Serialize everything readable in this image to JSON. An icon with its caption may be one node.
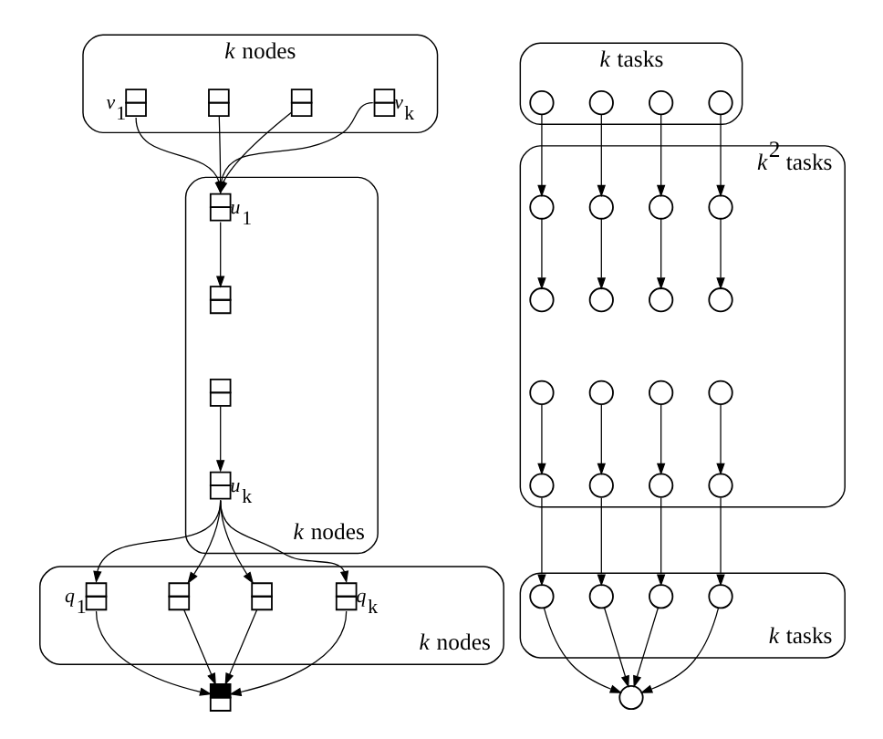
{
  "diagram": {
    "nodes": [
      {
        "text": [
          "*k* nodes"
        ]
      },
      {
        "text": [],
        "shape": "box",
        "in": 0,
        "beside": [
          "*v*$_{1}$"
        ]
      },
      {
        "text": [],
        "shape": "box",
        "in": 0
      },
      {
        "text": [],
        "shape": "box",
        "in": 0
      },
      {
        "text": [],
        "shape": "box",
        "in": 0,
        "beside": [
          "*v*$_{k}$"
        ]
      },
      {
        "text": [
          "*k* nodes"
        ]
      },
      {
        "text": [],
        "shape": "box",
        "in": 5,
        "beside": [
          "*u*$_{1}$"
        ]
      },
      {
        "text": [],
        "shape": "box",
        "in": 5
      },
      {
        "text": [],
        "shape": "box",
        "in": 5
      },
      {
        "text": [],
        "shape": "box",
        "in": 5,
        "beside": [
          "*u*$_{k}$"
        ]
      },
      {
        "text": [
          "*k* nodes"
        ]
      },
      {
        "text": [],
        "shape": "box",
        "in": 10,
        "beside": [
          "*q*$_{1}$"
        ]
      },
      {
        "text": [],
        "shape": "box",
        "in": 10
      },
      {
        "text": [],
        "shape": "box",
        "in": 10
      },
      {
        "text": [],
        "shape": "box",
        "in": 10,
        "beside": [
          "*q*$_{k}$"
        ]
      },
      {
        "text": [],
        "shape": "box"
      },
      {
        "text": [
          "*k* tasks"
        ]
      },
      {
        "text": [],
        "shape": "circle",
        "in": 16
      },
      {
        "text": [],
        "shape": "circle",
        "in": 16
      },
      {
        "text": [],
        "shape": "circle",
        "in": 16
      },
      {
        "text": [],
        "shape": "circle",
        "in": 16
      },
      {
        "text": [
          "*k*$^{2}$ tasks"
        ]
      },
      {
        "text": [],
        "shape": "circle",
        "in": 21
      },
      {
        "text": [],
        "shape": "circle",
        "in": 21
      },
      {
        "text": [],
        "shape": "circle",
        "in": 21
      },
      {
        "text": [],
        "shape": "circle",
        "in": 21
      },
      {
        "text": [],
        "shape": "circle",
        "in": 21
      },
      {
        "text": [],
        "shape": "circle",
        "in": 21
      },
      {
        "text": [],
        "shape": "circle",
        "in": 21
      },
      {
        "text": [],
        "shape": "circle",
        "in": 21
      },
      {
        "text": [],
        "shape": "circle",
        "in": 21
      },
      {
        "text": [],
        "shape": "circle",
        "in": 21
      },
      {
        "text": [],
        "shape": "circle",
        "in": 21
      },
      {
        "text": [],
        "shape": "circle",
        "in": 21
      },
      {
        "text": [],
        "shape": "circle",
        "in": 21
      },
      {
        "text": [],
        "shape": "circle",
        "in": 21
      },
      {
        "text": [],
        "shape": "circle",
        "in": 21
      },
      {
        "text": [],
        "shape": "circle",
        "in": 21
      },
      {
        "text": [
          "*k* tasks"
        ]
      },
      {
        "text": [],
        "shape": "circle",
        "in": 38
      },
      {
        "text": [],
        "shape": "circle",
        "in": 38
      },
      {
        "text": [],
        "shape": "circle",
        "in": 38
      },
      {
        "text": [],
        "shape": "circle",
        "in": 38
      },
      {
        "text": [],
        "shape": "circle"
      }
    ],
    "edges": [
      {
        "from": 1,
        "to": 6,
        "arrow": "to"
      },
      {
        "from": 2,
        "to": 6,
        "arrow": "to"
      },
      {
        "from": 3,
        "to": 6,
        "arrow": "to"
      },
      {
        "from": 4,
        "to": 6,
        "arrow": "to"
      },
      {
        "from": 6,
        "to": 7,
        "arrow": "to"
      },
      {
        "from": 8,
        "to": 9,
        "arrow": "to"
      },
      {
        "from": 9,
        "to": 11,
        "arrow": "to"
      },
      {
        "from": 9,
        "to": 12,
        "arrow": "to"
      },
      {
        "from": 9,
        "to": 13,
        "arrow": "to"
      },
      {
        "from": 9,
        "to": 14,
        "arrow": "to"
      },
      {
        "from": 11,
        "to": 15,
        "arrow": "to"
      },
      {
        "from": 12,
        "to": 15,
        "arrow": "to"
      },
      {
        "from": 13,
        "to": 15,
        "arrow": "to"
      },
      {
        "from": 14,
        "to": 15,
        "arrow": "to"
      },
      {
        "from": 17,
        "to": 22,
        "arrow": "to"
      },
      {
        "from": 18,
        "to": 23,
        "arrow": "to"
      },
      {
        "from": 19,
        "to": 24,
        "arrow": "to"
      },
      {
        "from": 20,
        "to": 25,
        "arrow": "to"
      },
      {
        "from": 22,
        "to": 26,
        "arrow": "to"
      },
      {
        "from": 23,
        "to": 27,
        "arrow": "to"
      },
      {
        "from": 24,
        "to": 28,
        "arrow": "to"
      },
      {
        "from": 25,
        "to": 29,
        "arrow": "to"
      },
      {
        "from": 30,
        "to": 34,
        "arrow": "to"
      },
      {
        "from": 31,
        "to": 35,
        "arrow": "to"
      },
      {
        "from": 32,
        "to": 36,
        "arrow": "to"
      },
      {
        "from": 33,
        "to": 37,
        "arrow": "to"
      },
      {
        "from": 34,
        "to": 39,
        "arrow": "to"
      },
      {
        "from": 35,
        "to": 40,
        "arrow": "to"
      },
      {
        "from": 36,
        "to": 41,
        "arrow": "to"
      },
      {
        "from": 37,
        "to": 42,
        "arrow": "to"
      },
      {
        "from": 39,
        "to": 43,
        "arrow": "to"
      },
      {
        "from": 40,
        "to": 43,
        "arrow": "to"
      },
      {
        "from": 41,
        "to": 43,
        "arrow": "to"
      },
      {
        "from": 42,
        "to": 43,
        "arrow": "to"
      }
    ]
  }
}
